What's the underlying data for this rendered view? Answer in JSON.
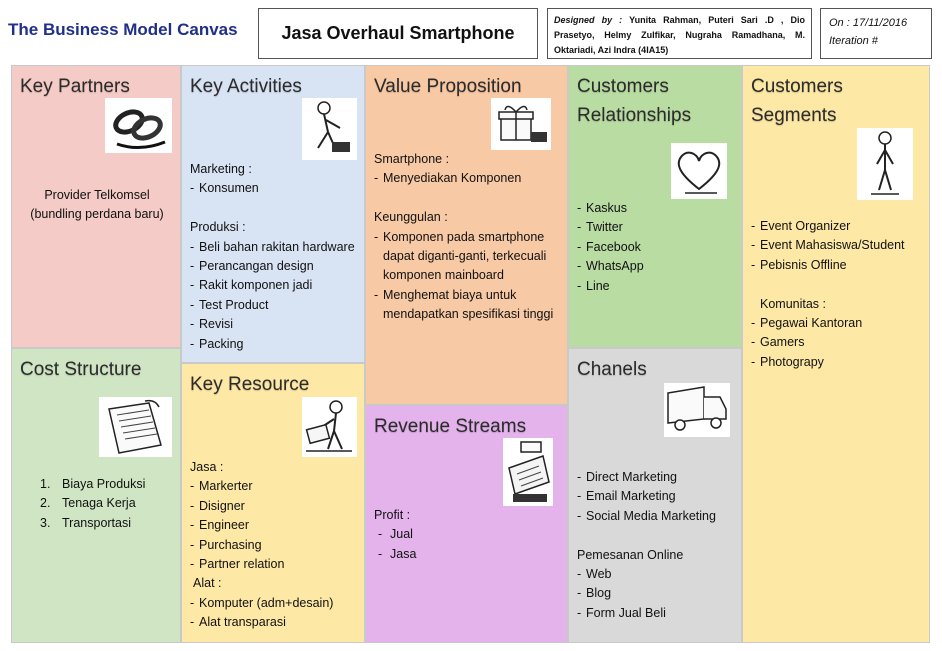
{
  "header": {
    "main_title": "The Business Model Canvas",
    "canvas_title": "Jasa Overhaul Smartphone",
    "designed_by_label": "Designed by :",
    "designers": "Yunita Rahman, Puteri Sari .D , Dio Prasetyo, Helmy Zulfikar, Nugraha Ramadhana, M. Oktariadi, Azi Indra (4IA15)",
    "date": "On : 17/11/2016",
    "iteration": "Iteration #"
  },
  "key_partners": {
    "title": "Key Partners",
    "icon": "chain-links-icon",
    "lines": [
      "Provider Telkomsel",
      "(bundling perdana baru)"
    ]
  },
  "cost_structure": {
    "title": "Cost Structure",
    "icon": "paper-document-icon",
    "items": [
      {
        "num": "1.",
        "text": "Biaya Produksi"
      },
      {
        "num": "2.",
        "text": "Tenaga Kerja"
      },
      {
        "num": "3.",
        "text": "Transportasi"
      }
    ]
  },
  "key_activities": {
    "title": "Key Activities",
    "icon": "worker-icon",
    "marketing_label": "Marketing :",
    "marketing_items": [
      "Konsumen"
    ],
    "produksi_label": "Produksi :",
    "produksi_items": [
      "Beli bahan rakitan hardware",
      "Perancangan design",
      "Rakit komponen jadi",
      "Test Product",
      "Revisi",
      "Packing"
    ]
  },
  "key_resource": {
    "title": "Key Resource",
    "icon": "person-lifting-box-icon",
    "jasa_label": "Jasa :",
    "jasa_items": [
      "Markerter",
      "Disigner",
      "Engineer",
      "Purchasing",
      "Partner relation"
    ],
    "alat_label": "Alat :",
    "alat_items": [
      "Komputer (adm+desain)",
      "Alat transparasi"
    ]
  },
  "value_proposition": {
    "title": "Value Proposition",
    "icon": "gift-box-icon",
    "smartphone_label": "Smartphone :",
    "smartphone_items": [
      "Menyediakan Komponen"
    ],
    "keunggulan_label": "Keunggulan :",
    "keunggulan_items": [
      "Komponen pada smartphone dapat diganti-ganti, terkecuali komponen mainboard",
      "Menghemat biaya untuk mendapatkan spesifikasi tinggi"
    ]
  },
  "revenue_streams": {
    "title": "Revenue Streams",
    "icon": "cash-register-icon",
    "profit_label": "Profit :",
    "items": [
      "Jual",
      "Jasa"
    ]
  },
  "customer_relationships": {
    "title_line1": "Customers",
    "title_line2": "Relationships",
    "icon": "heart-icon",
    "items": [
      "Kaskus",
      "Twitter",
      "Facebook",
      "WhatsApp",
      "Line"
    ]
  },
  "channels": {
    "title": "Chanels",
    "icon": "truck-icon",
    "items": [
      "Direct Marketing",
      "Email Marketing",
      "Social Media Marketing"
    ],
    "online_label": "Pemesanan Online",
    "online_items": [
      "Web",
      "Blog",
      "Form Jual Beli"
    ]
  },
  "customer_segments": {
    "title_line1": "Customers",
    "title_line2": "Segments",
    "icon": "standing-person-icon",
    "items": [
      "Event Organizer",
      "Event Mahasiswa/Student",
      "Pebisnis Offline"
    ],
    "komunitas_label": "Komunitas :",
    "komunitas_items": [
      "Pegawai Kantoran",
      "Gamers",
      "Photograpy"
    ]
  }
}
